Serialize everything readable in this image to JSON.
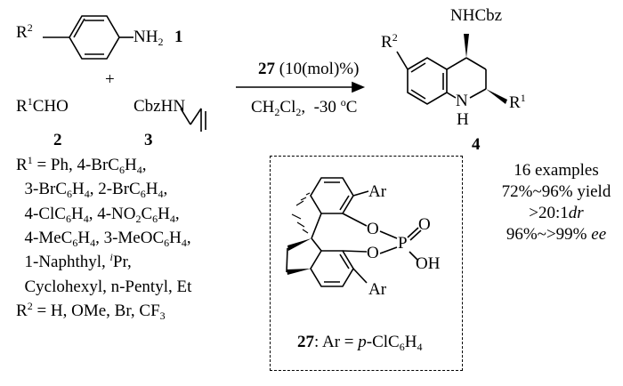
{
  "reactant_1": {
    "label": "1",
    "text": [
      {
        "t": "R"
      },
      {
        "t": "2",
        "s": "sup"
      },
      {
        "t": "   "
      }
    ],
    "amine": [
      {
        "t": "NH"
      },
      {
        "t": "2",
        "s": "sub"
      }
    ]
  },
  "plus": "+",
  "reactant_2": {
    "label": "2",
    "text": [
      {
        "t": "R"
      },
      {
        "t": "1",
        "s": "sup"
      },
      {
        "t": "CHO"
      }
    ]
  },
  "reactant_3": {
    "label": "3",
    "text": [
      {
        "t": "CbzHN"
      }
    ]
  },
  "conditions": {
    "catalyst": [
      {
        "t": "27",
        "s": "b"
      },
      {
        "t": " (10(mol)%)"
      }
    ],
    "solvent": [
      {
        "t": "CH"
      },
      {
        "t": "2",
        "s": "sub"
      },
      {
        "t": "Cl"
      },
      {
        "t": "2",
        "s": "sub"
      },
      {
        "t": ",  -30 "
      },
      {
        "t": "o",
        "s": "sup"
      },
      {
        "t": "C"
      }
    ]
  },
  "product": {
    "label": "4",
    "nhcbz": [
      {
        "t": "NHCbz"
      }
    ],
    "r2": [
      {
        "t": "R"
      },
      {
        "t": "2",
        "s": "sup"
      }
    ],
    "n": [
      {
        "t": "N"
      }
    ],
    "h": [
      {
        "t": "H"
      }
    ],
    "r1": [
      {
        "t": "R"
      },
      {
        "t": "1",
        "s": "sup"
      }
    ]
  },
  "scope": [
    [
      {
        "t": "R"
      },
      {
        "t": "1",
        "s": "sup"
      },
      {
        "t": " = Ph, 4-BrC"
      },
      {
        "t": "6",
        "s": "sub"
      },
      {
        "t": "H"
      },
      {
        "t": "4",
        "s": "sub"
      },
      {
        "t": ","
      }
    ],
    [
      {
        "t": "  3-BrC"
      },
      {
        "t": "6",
        "s": "sub"
      },
      {
        "t": "H"
      },
      {
        "t": "4",
        "s": "sub"
      },
      {
        "t": ", 2-BrC"
      },
      {
        "t": "6",
        "s": "sub"
      },
      {
        "t": "H"
      },
      {
        "t": "4",
        "s": "sub"
      },
      {
        "t": ","
      }
    ],
    [
      {
        "t": "  4-ClC"
      },
      {
        "t": "6",
        "s": "sub"
      },
      {
        "t": "H"
      },
      {
        "t": "4",
        "s": "sub"
      },
      {
        "t": ", 4-NO"
      },
      {
        "t": "2",
        "s": "sub"
      },
      {
        "t": "C"
      },
      {
        "t": "6",
        "s": "sub"
      },
      {
        "t": "H"
      },
      {
        "t": "4",
        "s": "sub"
      },
      {
        "t": ","
      }
    ],
    [
      {
        "t": "  4-MeC"
      },
      {
        "t": "6",
        "s": "sub"
      },
      {
        "t": "H"
      },
      {
        "t": "4",
        "s": "sub"
      },
      {
        "t": ", 3-MeOC"
      },
      {
        "t": "6",
        "s": "sub"
      },
      {
        "t": "H"
      },
      {
        "t": "4",
        "s": "sub"
      },
      {
        "t": ","
      }
    ],
    [
      {
        "t": "  1-Naphthyl, "
      },
      {
        "t": "i",
        "s": "sup-i"
      },
      {
        "t": "Pr,"
      }
    ],
    [
      {
        "t": "  Cyclohexyl, n-Pentyl, Et"
      }
    ],
    [
      {
        "t": "R"
      },
      {
        "t": "2",
        "s": "sup"
      },
      {
        "t": " = H, OMe, Br, CF"
      },
      {
        "t": "3",
        "s": "sub"
      }
    ]
  ],
  "catalyst_box": {
    "ar_top": [
      {
        "t": "Ar"
      }
    ],
    "ar_bottom": [
      {
        "t": "Ar"
      }
    ],
    "o1": [
      {
        "t": "O"
      }
    ],
    "o2": [
      {
        "t": "O"
      }
    ],
    "p": [
      {
        "t": "P"
      }
    ],
    "o_double": [
      {
        "t": "O"
      }
    ],
    "oh": [
      {
        "t": "OH"
      }
    ],
    "caption": [
      {
        "t": "27",
        "s": "b"
      },
      {
        "t": ": Ar = "
      },
      {
        "t": "p",
        "s": "i"
      },
      {
        "t": "-ClC"
      },
      {
        "t": "6",
        "s": "sub"
      },
      {
        "t": "H"
      },
      {
        "t": "4",
        "s": "sub"
      }
    ]
  },
  "results": [
    [
      {
        "t": "16 examples"
      }
    ],
    [
      {
        "t": "72%~96% yield"
      }
    ],
    [
      {
        "t": ">20:1"
      },
      {
        "t": "dr",
        "s": "i"
      }
    ],
    [
      {
        "t": "96%~>99% "
      },
      {
        "t": "ee",
        "s": "i"
      }
    ]
  ]
}
